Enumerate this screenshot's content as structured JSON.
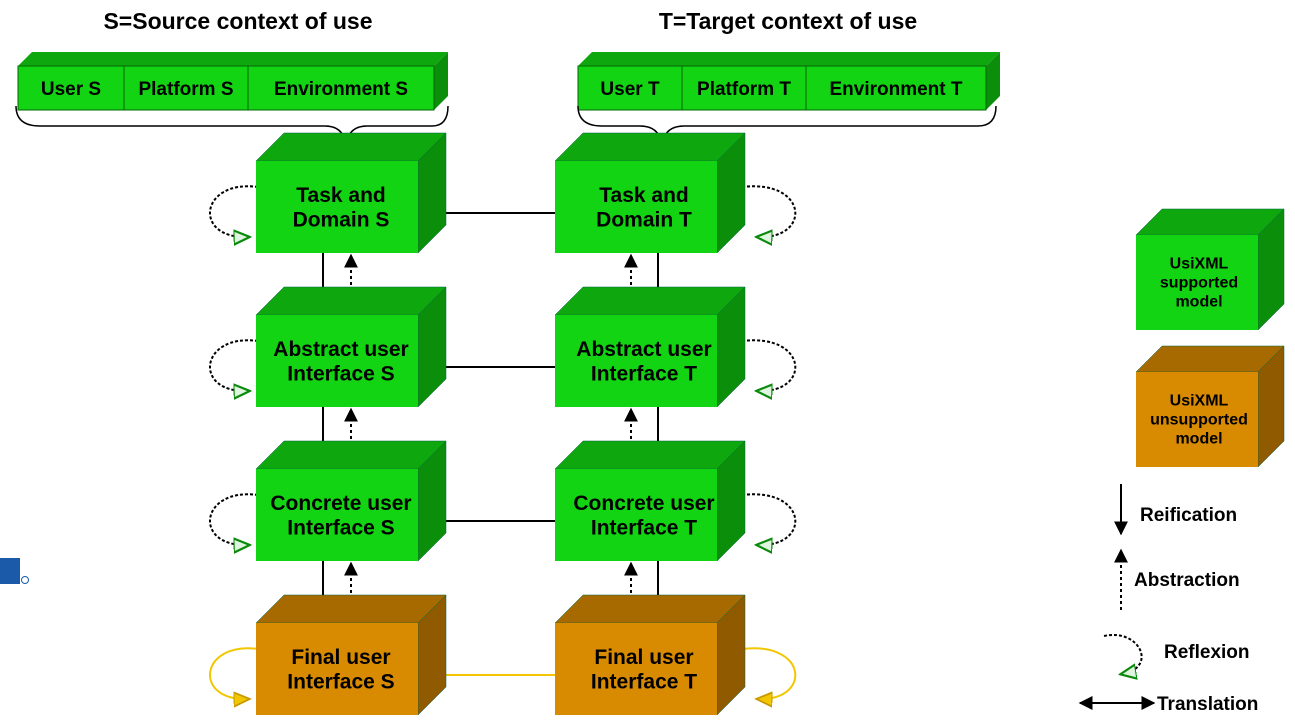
{
  "headers": {
    "source": "S=Source context of use",
    "target": "T=Target context of use"
  },
  "source_context": [
    "User S",
    "Platform S",
    "Environment S"
  ],
  "target_context": [
    "User T",
    "Platform T",
    "Environment T"
  ],
  "levels": [
    {
      "source": [
        "Task and",
        "Domain S"
      ],
      "target": [
        "Task and",
        "Domain T"
      ],
      "supported": true
    },
    {
      "source": [
        "Abstract user",
        "Interface S"
      ],
      "target": [
        "Abstract user",
        "Interface T"
      ],
      "supported": true
    },
    {
      "source": [
        "Concrete user",
        "Interface S"
      ],
      "target": [
        "Concrete user",
        "Interface T"
      ],
      "supported": true
    },
    {
      "source": [
        "Final user",
        "Interface S"
      ],
      "target": [
        "Final user",
        "Interface T"
      ],
      "supported": false
    }
  ],
  "legend": {
    "supported": [
      "UsiXML",
      "supported",
      "model"
    ],
    "unsupported": [
      "UsiXML",
      "unsupported",
      "model"
    ],
    "reification": "Reification",
    "abstraction": "Abstraction",
    "reflexion": "Reflexion",
    "translation": "Translation"
  },
  "colors": {
    "green_front": "#12d412",
    "green_top": "#0ea80e",
    "green_side": "#0b8f0b",
    "orange_front": "#d88a00",
    "orange_top": "#a66a00",
    "orange_side": "#8f5a00",
    "yellow_arrow": "#f2c600"
  }
}
